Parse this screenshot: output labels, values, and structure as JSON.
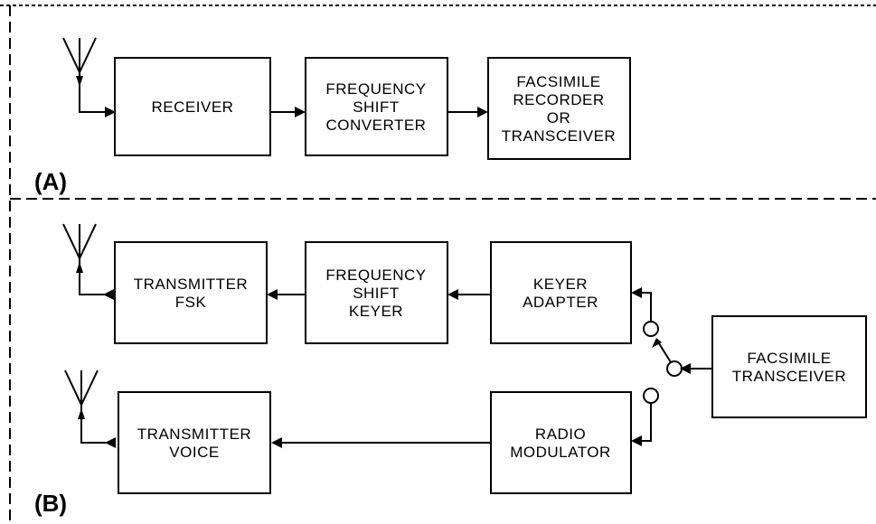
{
  "section_a": {
    "label": "(A)",
    "receiver": [
      "RECEIVER"
    ],
    "fs_converter": [
      "FREQUENCY",
      "SHIFT",
      "CONVERTER"
    ],
    "fax_recorder": [
      "FACSIMILE",
      "RECORDER",
      "OR",
      "TRANSCEIVER"
    ]
  },
  "section_b": {
    "label": "(B)",
    "transmitter_fsk": [
      "TRANSMITTER",
      "FSK"
    ],
    "fs_keyer": [
      "FREQUENCY",
      "SHIFT",
      "KEYER"
    ],
    "keyer_adapter": [
      "KEYER",
      "ADAPTER"
    ],
    "fax_transceiver": [
      "FACSIMILE",
      "TRANSCEIVER"
    ],
    "transmitter_voice": [
      "TRANSMITTER",
      "VOICE"
    ],
    "radio_modulator": [
      "RADIO",
      "MODULATOR"
    ]
  }
}
